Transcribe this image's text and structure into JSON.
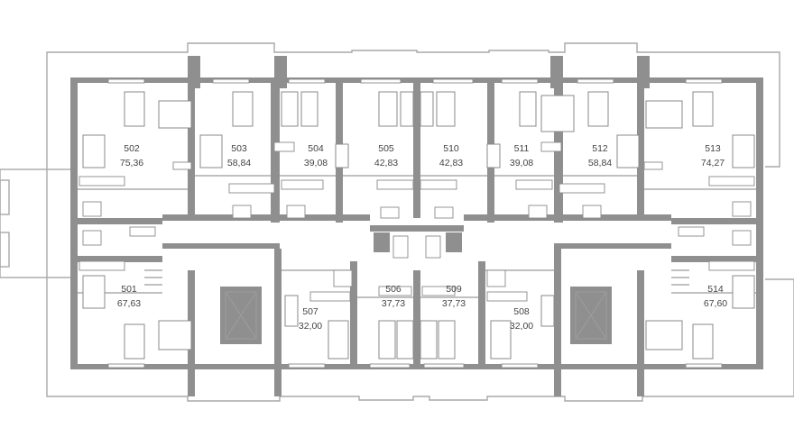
{
  "plan": {
    "apartments": [
      {
        "number": "502",
        "area": "75,36"
      },
      {
        "number": "503",
        "area": "58,84"
      },
      {
        "number": "504",
        "area": "39,08"
      },
      {
        "number": "505",
        "area": "42,83"
      },
      {
        "number": "510",
        "area": "42,83"
      },
      {
        "number": "511",
        "area": "39,08"
      },
      {
        "number": "512",
        "area": "58,84"
      },
      {
        "number": "513",
        "area": "74,27"
      },
      {
        "number": "501",
        "area": "67,63"
      },
      {
        "number": "506",
        "area": "37,73"
      },
      {
        "number": "507",
        "area": "32,00"
      },
      {
        "number": "509",
        "area": "37,73"
      },
      {
        "number": "508",
        "area": "32,00"
      },
      {
        "number": "514",
        "area": "67,60"
      }
    ]
  },
  "colors": {
    "wall": "#8f8f8f",
    "line": "#9b9b9b"
  }
}
